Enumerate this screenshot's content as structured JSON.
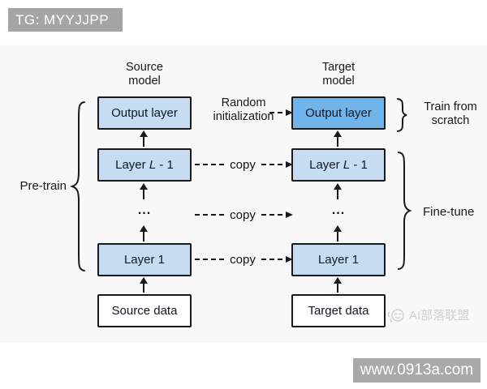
{
  "page": {
    "tag_label": "TG: MYYJJPP",
    "footer_url": "www.0913a.com",
    "watermark_text": "AI部落联盟"
  },
  "diagram": {
    "source": {
      "title_line1": "Source",
      "title_line2": "model",
      "output_layer": "Output layer",
      "layer_top_prefix": "Layer ",
      "layer_top_var": "L",
      "layer_top_suffix": " - 1",
      "ellipsis": "...",
      "layer_bottom": "Layer 1",
      "data_label": "Source data"
    },
    "target": {
      "title_line1": "Target",
      "title_line2": "model",
      "output_layer": "Output layer",
      "layer_top_prefix": "Layer ",
      "layer_top_var": "L",
      "layer_top_suffix": " - 1",
      "ellipsis": "...",
      "layer_bottom": "Layer 1",
      "data_label": "Target data"
    },
    "annotations": {
      "random_init_line1": "Random",
      "random_init_line2": "initialization",
      "copy": "copy",
      "pretrain": "Pre-train",
      "train_from_scratch_line1": "Train from",
      "train_from_scratch_line2": "scratch",
      "finetune": "Fine-tune"
    }
  },
  "colors": {
    "header_bar": "#a5a5a5",
    "footer_bar": "#a9a9a9",
    "box_light_blue": "#c5dcf2",
    "box_accent_blue": "#70b4e9",
    "box_white": "#ffffff",
    "diagram_bg": "#f9f8f8",
    "line_color": "#1a1a1a",
    "watermark_color": "#d0d0d0"
  }
}
